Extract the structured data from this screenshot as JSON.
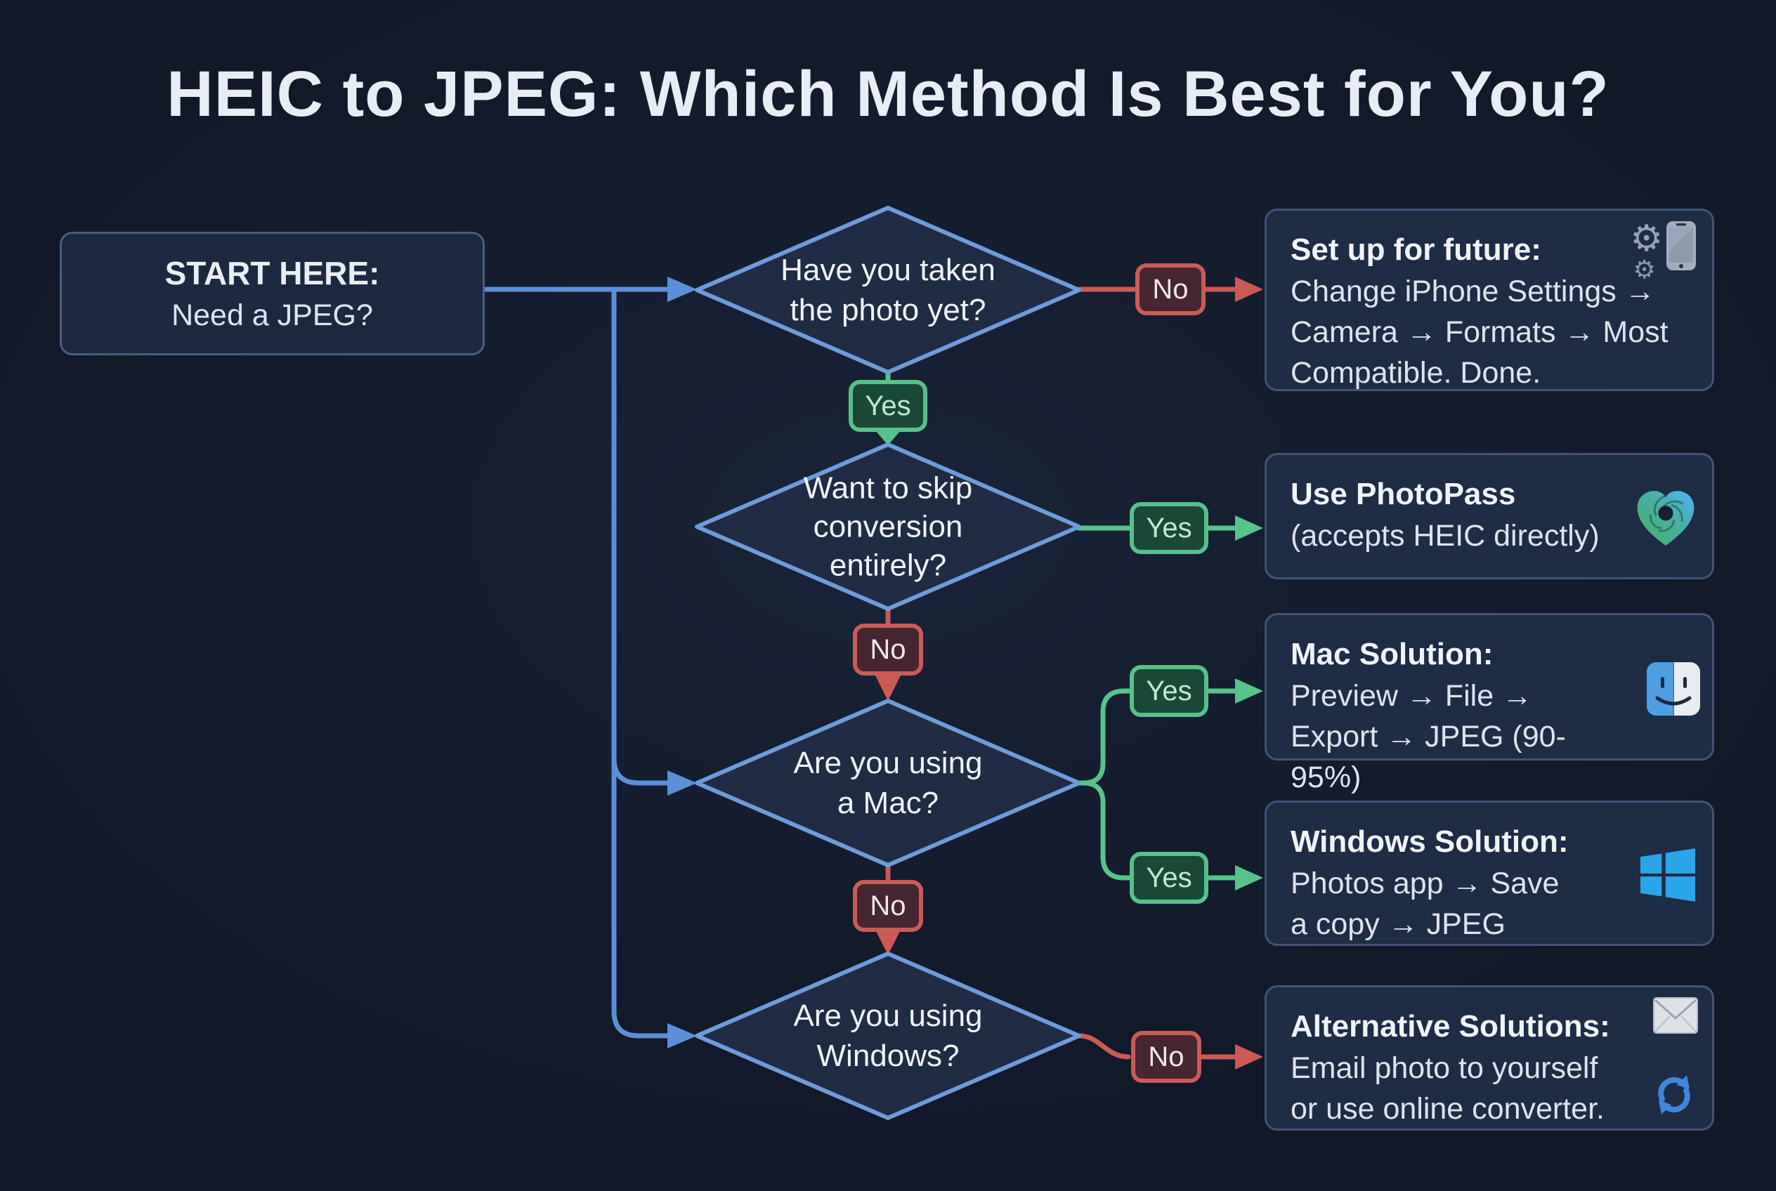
{
  "title": "HEIC to JPEG: Which Method Is Best for You?",
  "start_node": {
    "heading": "START HERE:",
    "subtext": "Need a JPEG?"
  },
  "labels": {
    "yes": "Yes",
    "no": "No"
  },
  "decisions": {
    "photo_taken": {
      "line1": "Have you taken",
      "line2": "the photo yet?"
    },
    "skip_conversion": {
      "line1": "Want to skip",
      "line2": "conversion",
      "line3": "entirely?"
    },
    "using_mac": {
      "line1": "Are you using",
      "line2": "a Mac?"
    },
    "using_windows": {
      "line1": "Are you using",
      "line2": "Windows?"
    }
  },
  "solutions": {
    "setup_future": {
      "heading": "Set up for future:",
      "body": "Change iPhone Settings → Camera → Formats → Most Compatible. Done.",
      "icon": "gears-and-iphone"
    },
    "photopass": {
      "heading": "Use PhotoPass",
      "body": "(accepts HEIC directly)",
      "icon": "photopass-heart-logo"
    },
    "mac": {
      "heading": "Mac Solution:",
      "body": "Preview → File → Export → JPEG (90-95%)",
      "icon": "finder-face"
    },
    "windows": {
      "heading": "Windows Solution:",
      "body": "Photos app → Save a copy → JPEG",
      "icon": "windows-logo"
    },
    "alternative": {
      "heading": "Alternative Solutions:",
      "body": "Email photo to yourself or use online converter.",
      "icons": [
        "envelope",
        "refresh-arrows"
      ]
    }
  },
  "icons": {
    "gear": "⚙"
  },
  "colors": {
    "background": "#141c2e",
    "node_fill": "#1e2c45",
    "node_border": "#41547a",
    "diamond_fill": "#202c44",
    "diamond_stroke": "#6e9cda",
    "blue_line": "#5c8fd9",
    "green_line": "#59c18c",
    "green_badge_fill": "#1c4937",
    "green_badge_text": "#b9ecd1",
    "red_line": "#cb5a53",
    "red_badge_fill": "#472631",
    "text": "#e9edf4",
    "windows_blue": "#2aa5ea",
    "finder_blue": "#4e9fe4",
    "refresh_blue": "#3f87dc"
  }
}
